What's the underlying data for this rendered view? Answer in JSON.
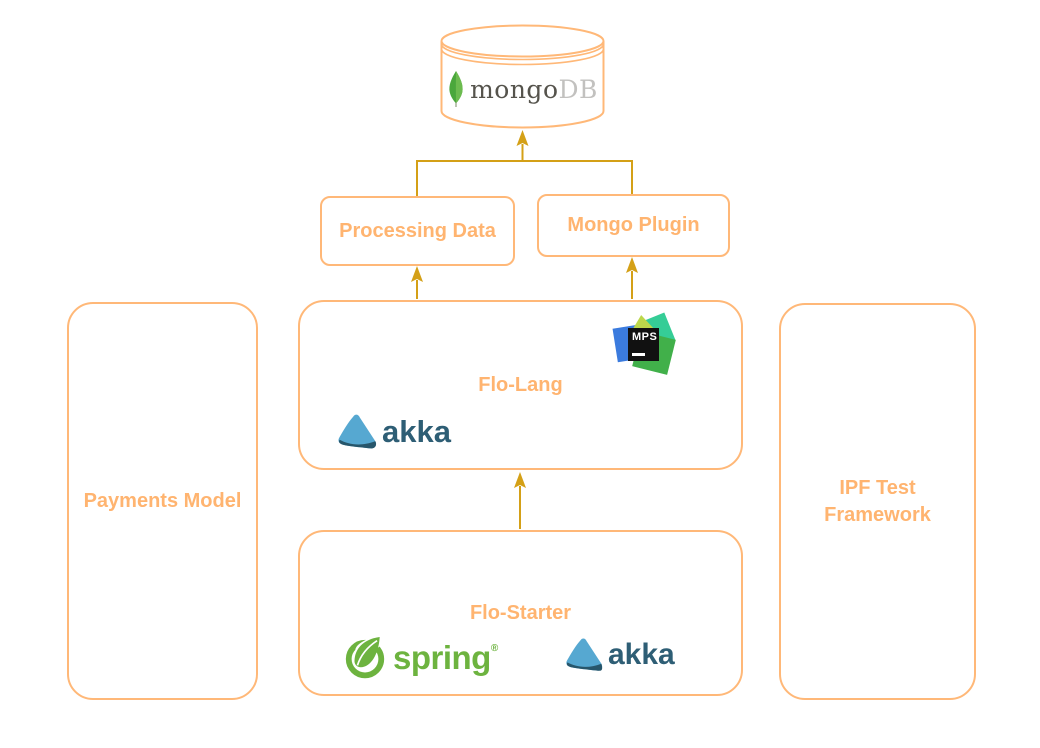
{
  "diagram": {
    "type": "architecture-diagram",
    "nodes": {
      "mongodb": {
        "label_mongo": "mongo",
        "label_db": "DB"
      },
      "processing_data": {
        "label": "Processing Data"
      },
      "mongo_plugin": {
        "label": "Mongo Plugin"
      },
      "flo_lang": {
        "label": "Flo-Lang",
        "logos": [
          "mps",
          "akka"
        ]
      },
      "flo_starter": {
        "label": "Flo-Starter",
        "logos": [
          "spring",
          "akka"
        ]
      },
      "payments_model": {
        "label": "Payments Model"
      },
      "ipf_test_framework": {
        "label": "IPF Test Framework"
      }
    },
    "edges": [
      {
        "from": "flo_starter",
        "to": "flo_lang"
      },
      {
        "from": "flo_lang",
        "to": "processing_data"
      },
      {
        "from": "flo_lang",
        "to": "mongo_plugin"
      },
      {
        "from": "processing_data",
        "to": "mongodb"
      },
      {
        "from": "mongo_plugin",
        "to": "mongodb"
      }
    ],
    "logos": {
      "mps": {
        "text": "MPS"
      },
      "akka": {
        "text": "akka"
      },
      "spring": {
        "text": "spring",
        "reg_mark": "®"
      }
    },
    "colors": {
      "box_border": "#FFB878",
      "label_text": "#FFB470",
      "connector": "#D4A017",
      "mongo_leaf": "#4AA73C",
      "mongo_leaf_light": "#6CBB4F",
      "mongo_stem": "#A3AE94",
      "mongo_text": "#55534C",
      "mongo_db": "#C2C1BF",
      "akka_icon": "#56A8D1",
      "akka_dark": "#27566B",
      "akka_text": "#2E5E75",
      "spring_green": "#6DB33F",
      "background": "#FFFFFF"
    }
  }
}
